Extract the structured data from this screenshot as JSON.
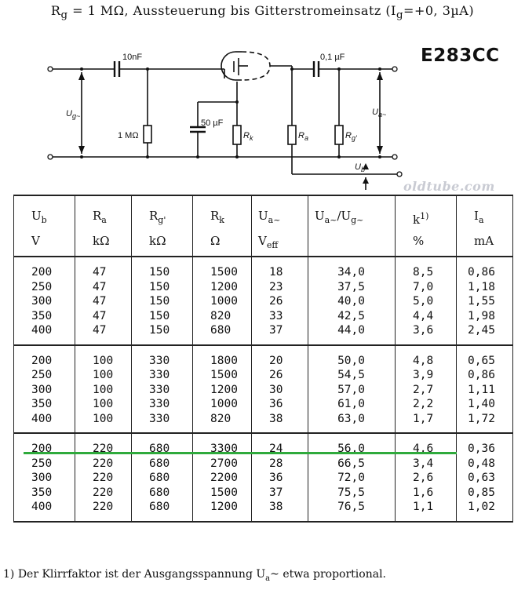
{
  "title": {
    "prefix": "R",
    "prefix_sub": "g",
    "middle": " = 1 MΩ, Aussteuerung bis Gitterstromeinsatz (I",
    "middle_sub": "g",
    "suffix": "=+0, 3µA)"
  },
  "tube_code": "E283CC",
  "watermark": "oldtube.com",
  "circuit": {
    "c_in": "10nF",
    "c_out": "0,1 µF",
    "r_grid": "1 MΩ",
    "c_k": "50 µF",
    "r_k": "R",
    "r_k_sub": "k",
    "r_a": "R",
    "r_a_sub": "a",
    "r_g": "R",
    "r_g_sub": "g'",
    "u_in": "U",
    "u_in_sub": "g~",
    "u_out": "U",
    "u_out_sub": "a~",
    "u_b": "U",
    "u_b_sub": "b"
  },
  "table": {
    "headers": [
      {
        "sym": "U",
        "sub": "b",
        "unit": "V"
      },
      {
        "sym": "R",
        "sub": "a",
        "unit": "kΩ"
      },
      {
        "sym": "R",
        "sub": "g'",
        "unit": "kΩ"
      },
      {
        "sym": "R",
        "sub": "k",
        "unit": "Ω"
      },
      {
        "sym": "U",
        "sub": "a~",
        "unit": "V",
        "unit_sub": "eff"
      },
      {
        "sym": "U",
        "sub": "a~",
        "sym2": "/U",
        "sub2": "g~"
      },
      {
        "sym": "k",
        "sup": "1)",
        "unit": "%"
      },
      {
        "sym": "I",
        "sub": "a",
        "unit": "mA"
      }
    ],
    "groups": [
      {
        "ub": [
          "200",
          "250",
          "300",
          "350",
          "400"
        ],
        "ra": [
          "47",
          "47",
          "47",
          "47",
          "47"
        ],
        "rg": [
          "150",
          "150",
          "150",
          "150",
          "150"
        ],
        "rk": [
          "1500",
          "1200",
          "1000",
          "820",
          "680"
        ],
        "ua": [
          "18",
          "23",
          "26",
          "33",
          "37"
        ],
        "gain": [
          "34,0",
          "37,5",
          "40,0",
          "42,5",
          "44,0"
        ],
        "k": [
          "8,5",
          "7,0",
          "5,0",
          "4,4",
          "3,6"
        ],
        "ia": [
          "0,86",
          "1,18",
          "1,55",
          "1,98",
          "2,45"
        ]
      },
      {
        "ub": [
          "200",
          "250",
          "300",
          "350",
          "400"
        ],
        "ra": [
          "100",
          "100",
          "100",
          "100",
          "100"
        ],
        "rg": [
          "330",
          "330",
          "330",
          "330",
          "330"
        ],
        "rk": [
          "1800",
          "1500",
          "1200",
          "1000",
          "820"
        ],
        "ua": [
          "20",
          "26",
          "30",
          "36",
          "38"
        ],
        "gain": [
          "50,0",
          "54,5",
          "57,0",
          "61,0",
          "63,0"
        ],
        "k": [
          "4,8",
          "3,9",
          "2,7",
          "2,2",
          "1,7"
        ],
        "ia": [
          "0,65",
          "0,86",
          "1,11",
          "1,40",
          "1,72"
        ]
      },
      {
        "ub": [
          "200",
          "250",
          "300",
          "350",
          "400"
        ],
        "ra": [
          "220",
          "220",
          "220",
          "220",
          "220"
        ],
        "rg": [
          "680",
          "680",
          "680",
          "680",
          "680"
        ],
        "rk": [
          "3300",
          "2700",
          "2200",
          "1500",
          "1200"
        ],
        "ua": [
          "24",
          "28",
          "36",
          "37",
          "38"
        ],
        "gain": [
          "56,0",
          "66,5",
          "72,0",
          "75,5",
          "76,5"
        ],
        "k": [
          "4,6",
          "3,4",
          "2,6",
          "1,6",
          "1,1"
        ],
        "ia": [
          "0,36",
          "0,48",
          "0,63",
          "0,85",
          "1,02"
        ]
      }
    ]
  },
  "highlight_color": "#2faa3c",
  "footnote": {
    "prefix": "1) Der Klirrfaktor ist der Ausgangsspannung U",
    "sub": "a",
    "suffix": "~ etwa proportional."
  }
}
